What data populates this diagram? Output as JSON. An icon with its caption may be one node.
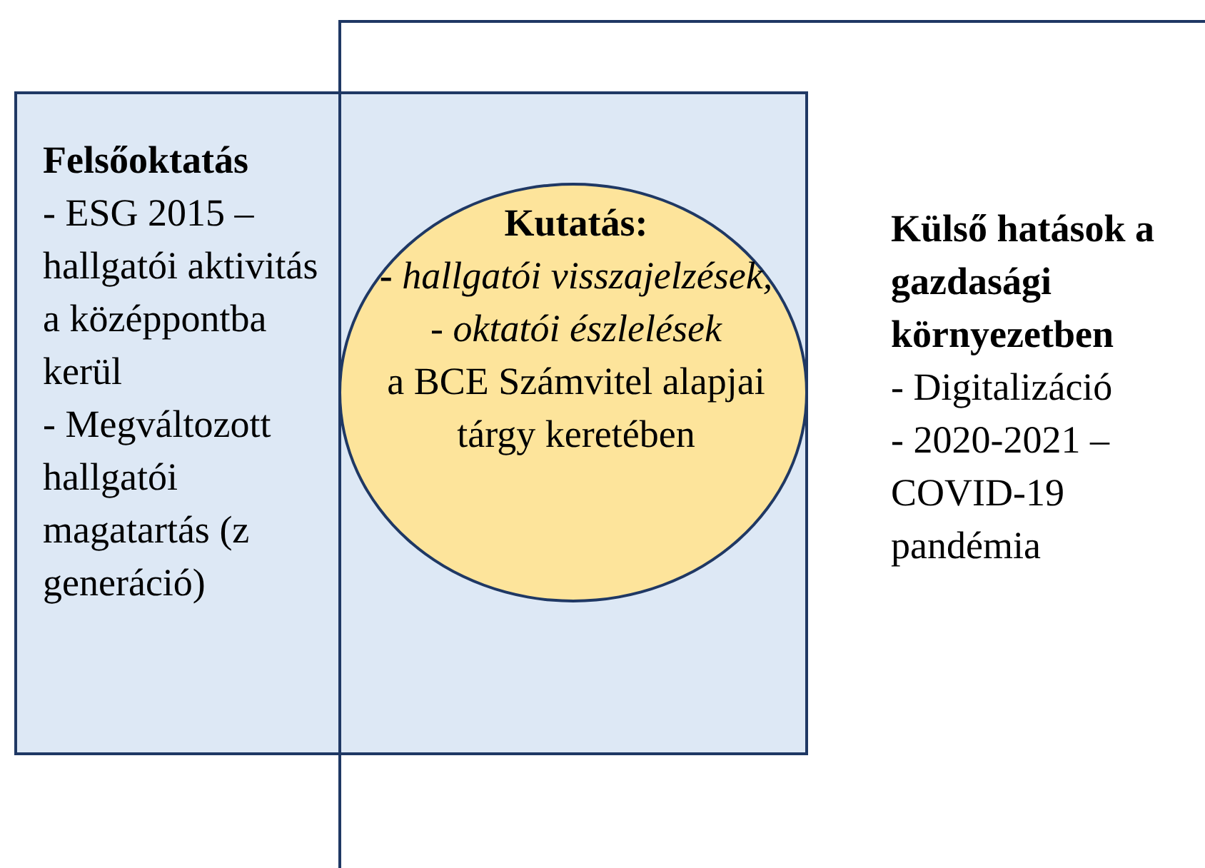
{
  "diagram": {
    "nodes": [
      {
        "text": [
          "Külső hatások a gazdasági környezetben",
          "- Digitalizáció",
          "- 2020-2021 – COVID-19 pandémia"
        ]
      },
      {
        "text": [
          "Felsőoktatás",
          "- ESG 2015 – hallgatói aktivitás a középpontba kerül",
          "- Megváltozott hallgatói magatartás (z generáció)"
        ]
      },
      {
        "text": [
          "Kutatás:",
          "**-** *hallgatói visszajelzések,*",
          "- *oktatói észlelések*",
          "a BCE Számvitel alapjai tárgy keretében"
        ]
      }
    ]
  }
}
